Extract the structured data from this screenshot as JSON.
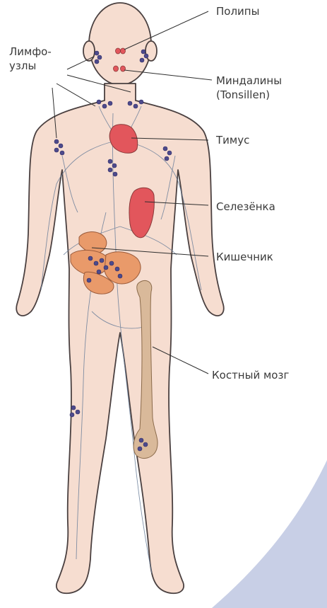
{
  "labels": {
    "polyps": "Полипы",
    "lymph_nodes_line1": "Лимфо-",
    "lymph_nodes_line2": "узлы",
    "tonsils_line1": "Миндалины",
    "tonsils_line2": "(Tonsillen)",
    "thymus": "Тимус",
    "spleen": "Селезёнка",
    "intestine": "Кишечник",
    "bone_marrow": "Костный мозг"
  },
  "colors": {
    "skin": "#f6ddd0",
    "outline": "#4a4040",
    "vessel": "#6b7f9a",
    "node": "#4d4a8c",
    "organ_red": "#e2565c",
    "intestine": "#e99a6a",
    "bone": "#d9b99a",
    "accent_swoosh": "#c8cfe6",
    "leader_line": "#2e2e2e",
    "text": "#3a3a3a"
  }
}
